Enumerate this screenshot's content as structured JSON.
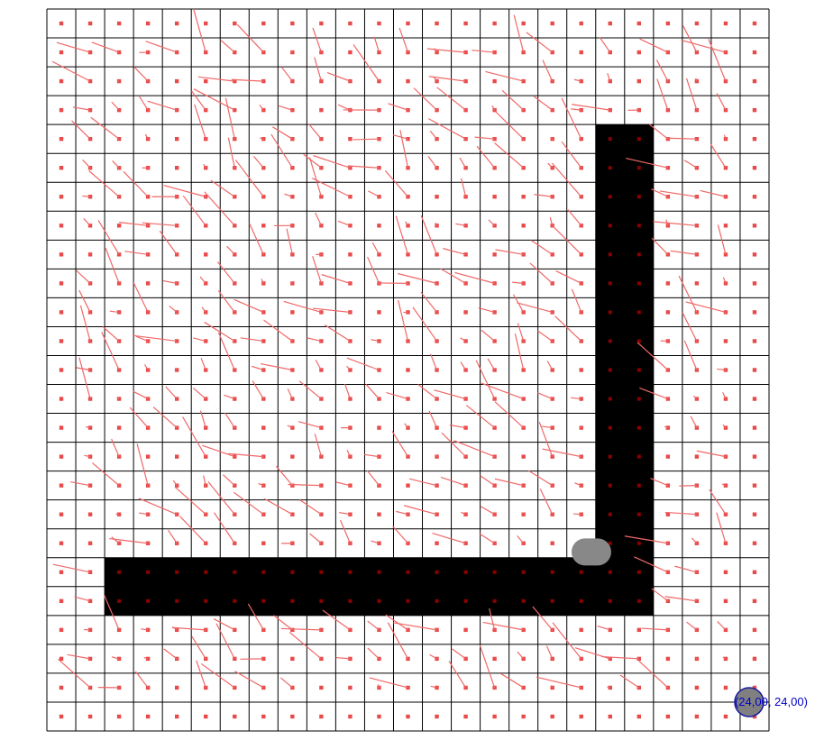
{
  "grid": {
    "cols": 25,
    "rows": 25,
    "line_color": "#000000",
    "background": "#ffffff"
  },
  "obstacles": [
    {
      "name": "vertical-wall",
      "col_start": 19,
      "col_end": 21,
      "row_start": 4,
      "row_end": 21
    },
    {
      "name": "horizontal-wall",
      "col_start": 2,
      "col_end": 21,
      "row_start": 19,
      "row_end": 21
    }
  ],
  "colors": {
    "obstacle": "#000000",
    "obstacle_dot": "#8b0000",
    "vector": "#f06868",
    "vector_tip": "#e84a4a",
    "agent_fill": "#888888",
    "goal_fill": "#808080",
    "goal_stroke": "#1a1aa0",
    "label": "#0000cc"
  },
  "agent": {
    "shape": "rounded-capsule",
    "col": 18.5,
    "row": 18.3
  },
  "goal": {
    "col": 24,
    "row": 24,
    "label": "(24,00, 24,00)"
  },
  "vector_field": {
    "description_type": "random-policy-arrows",
    "seed": 17,
    "max_length": 1.6
  }
}
